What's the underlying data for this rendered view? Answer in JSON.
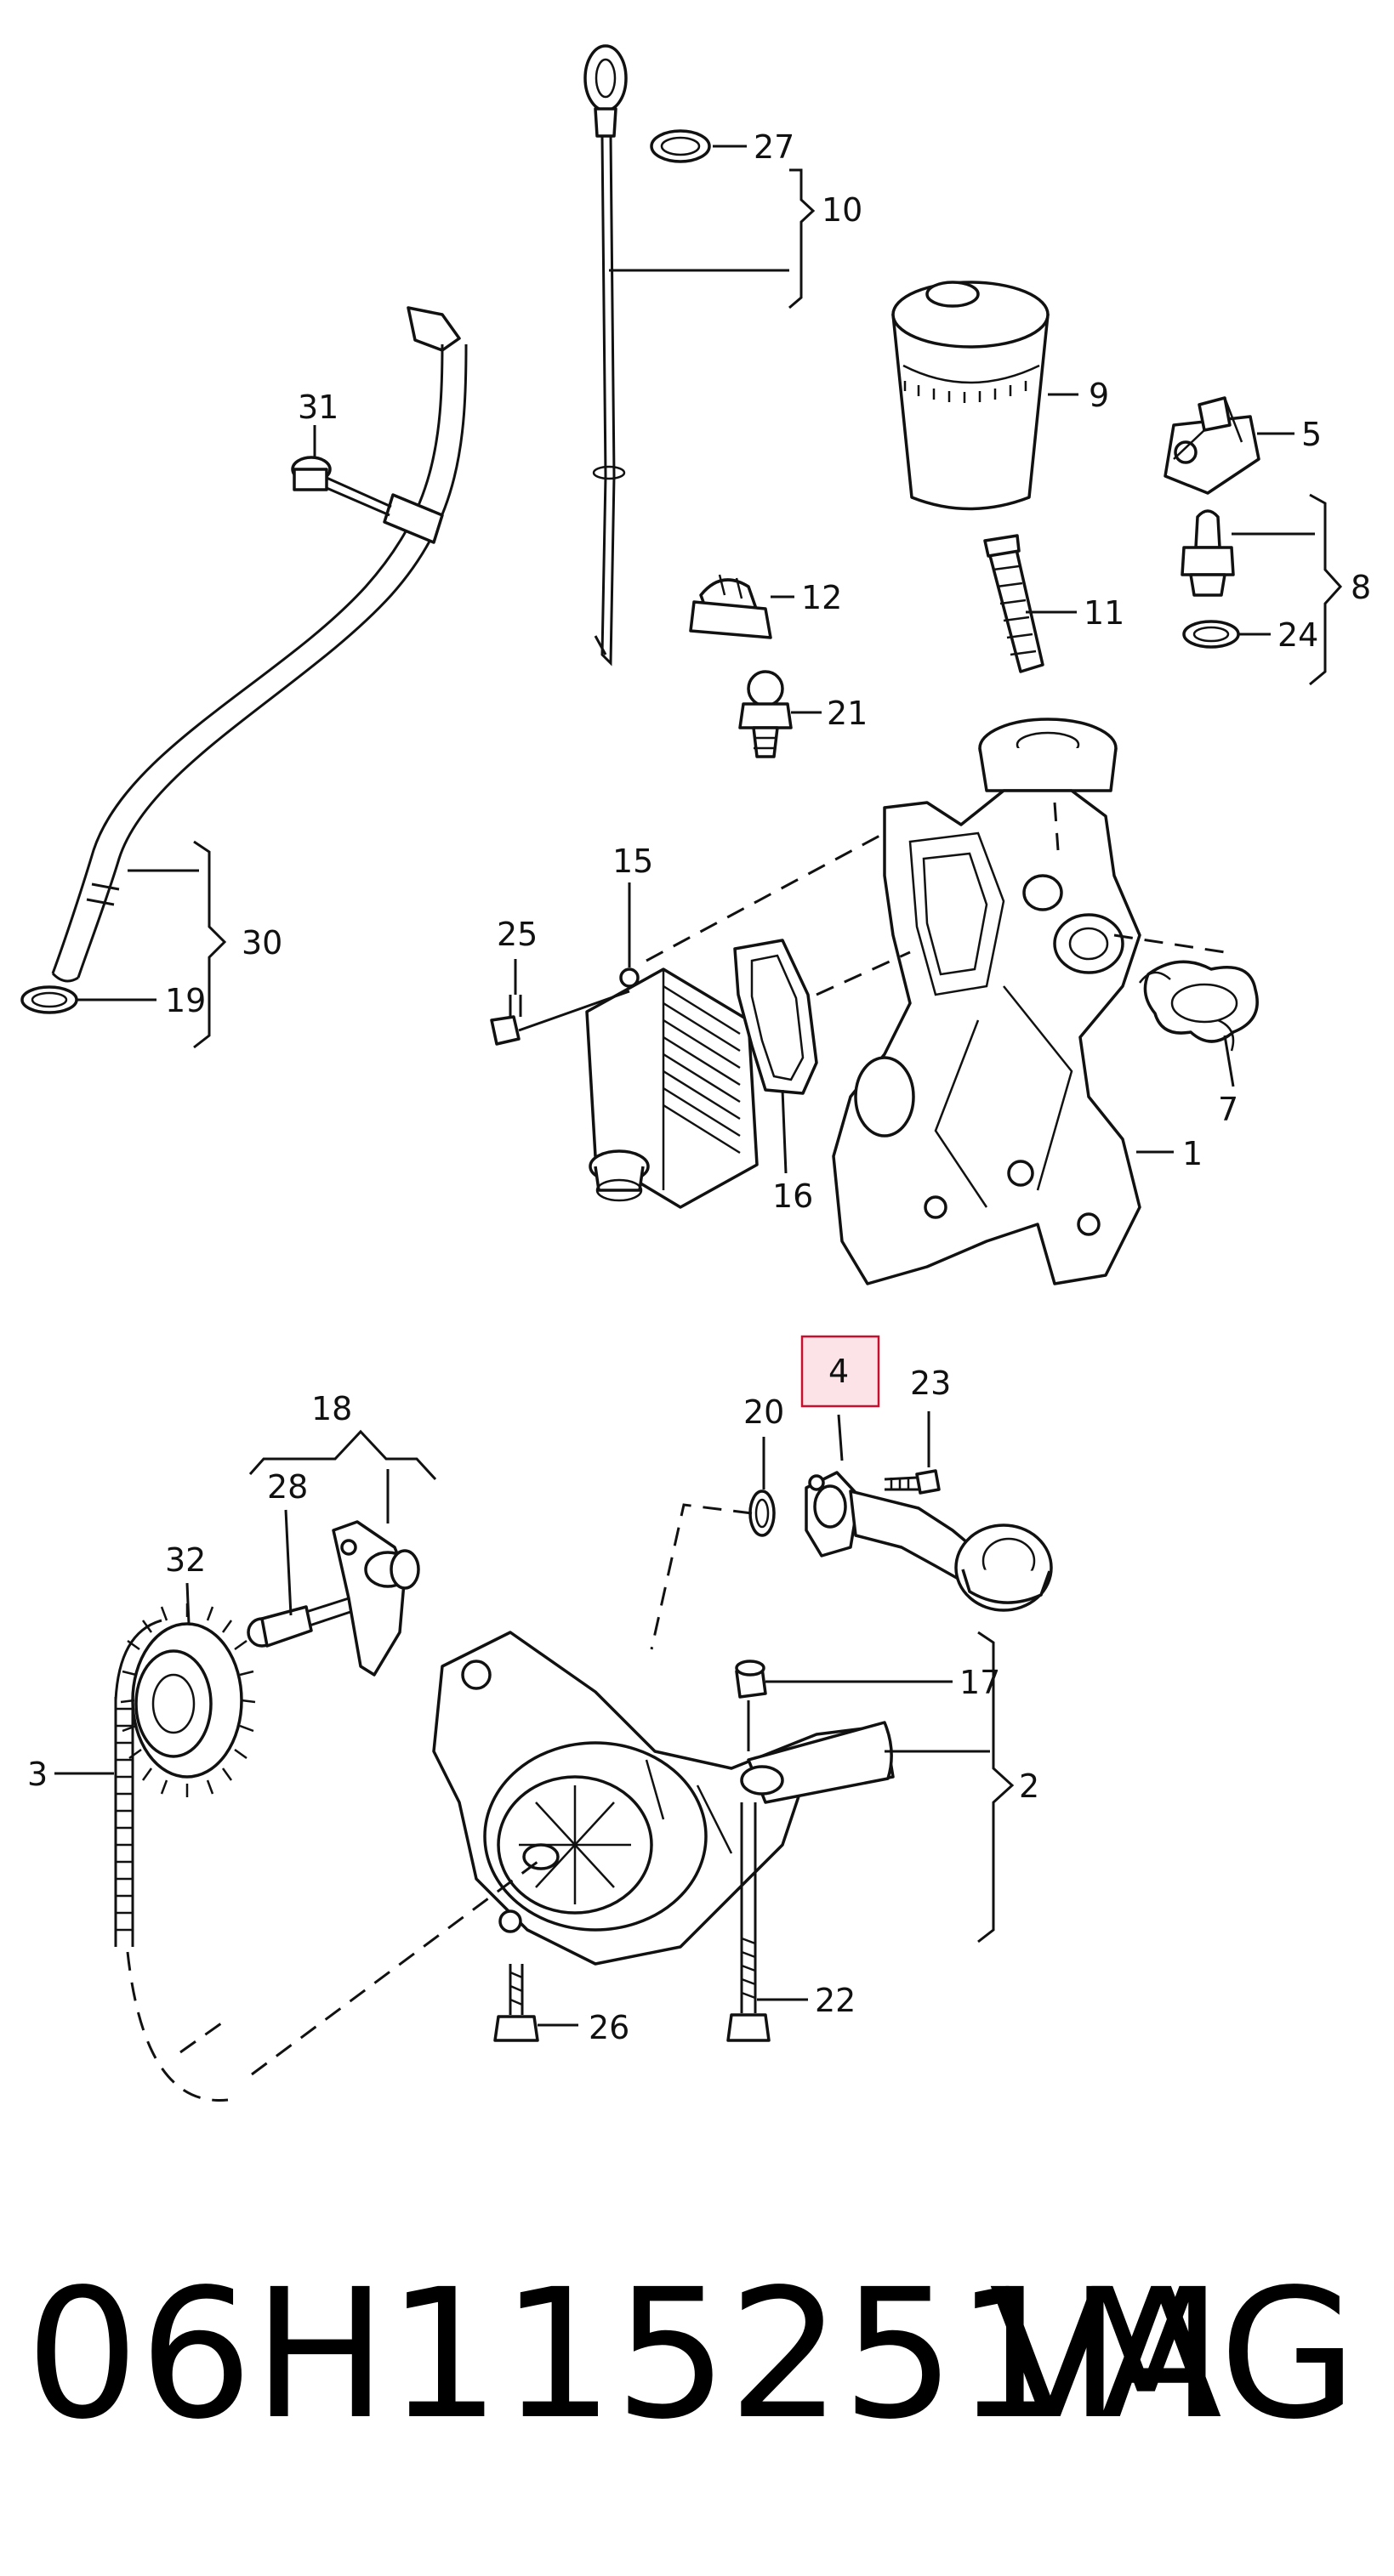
{
  "callouts": [
    {
      "id": "27",
      "label": "27"
    },
    {
      "id": "10",
      "label": "10"
    },
    {
      "id": "9",
      "label": "9"
    },
    {
      "id": "5",
      "label": "5"
    },
    {
      "id": "8",
      "label": "8"
    },
    {
      "id": "24",
      "label": "24"
    },
    {
      "id": "31",
      "label": "31"
    },
    {
      "id": "12",
      "label": "12"
    },
    {
      "id": "11",
      "label": "11"
    },
    {
      "id": "21",
      "label": "21"
    },
    {
      "id": "30",
      "label": "30"
    },
    {
      "id": "19",
      "label": "19"
    },
    {
      "id": "15",
      "label": "15"
    },
    {
      "id": "25",
      "label": "25"
    },
    {
      "id": "16",
      "label": "16"
    },
    {
      "id": "7",
      "label": "7"
    },
    {
      "id": "1",
      "label": "1"
    },
    {
      "id": "18",
      "label": "18"
    },
    {
      "id": "4",
      "label": "4",
      "highlighted": true
    },
    {
      "id": "23",
      "label": "23"
    },
    {
      "id": "20",
      "label": "20"
    },
    {
      "id": "28",
      "label": "28"
    },
    {
      "id": "32",
      "label": "32"
    },
    {
      "id": "17",
      "label": "17"
    },
    {
      "id": "3",
      "label": "3"
    },
    {
      "id": "2",
      "label": "2"
    },
    {
      "id": "22",
      "label": "22"
    },
    {
      "id": "26",
      "label": "26"
    }
  ],
  "highlight_color": "#c8102e",
  "highlight_fill": "#fbe3e8",
  "caption": {
    "part_number": "06H115251M",
    "brand": "VAG"
  }
}
